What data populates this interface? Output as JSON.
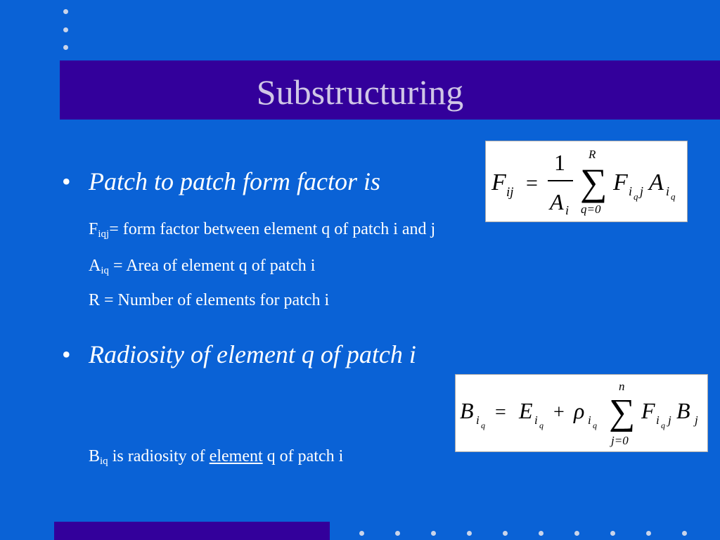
{
  "slide": {
    "title": "Substructuring",
    "bullet1": {
      "text": "Patch to patch form factor is",
      "lines": [
        {
          "sym": "F",
          "sub": "iqj",
          "rest": "= form factor between element q of patch i and j"
        },
        {
          "sym": "A",
          "sub": "iq",
          "rest": " = Area of element q of patch i"
        },
        {
          "sym": "R",
          "sub": "",
          "rest": " = Number of elements for patch i"
        }
      ]
    },
    "bullet2": {
      "text": "Radiosity of element q of patch i",
      "line": {
        "sym": "B",
        "sub": "iq",
        "pre": " is radiosity of ",
        "link": "element",
        "post": " q of patch i"
      }
    },
    "equation1": {
      "F": "F",
      "ij": "ij",
      "eq": "=",
      "one": "1",
      "A": "A",
      "i": "i",
      "sum": "∑",
      "top": "R",
      "bottom": "q=0",
      "iq": "i",
      "q": "q",
      "j": "j"
    },
    "equation2": {
      "B": "B",
      "E": "E",
      "rho": "ρ",
      "plus": "+",
      "eq": "=",
      "F": "F",
      "sum": "∑",
      "top": "n",
      "bottom": "j=0",
      "i": "i",
      "q": "q",
      "j": "j"
    }
  },
  "decor": {
    "bullet_mark": "•"
  },
  "colors": {
    "background": "#0a62d6",
    "title_band": "#33009b",
    "title_text": "#cfc6e6",
    "dots": "#c9d4ea"
  }
}
